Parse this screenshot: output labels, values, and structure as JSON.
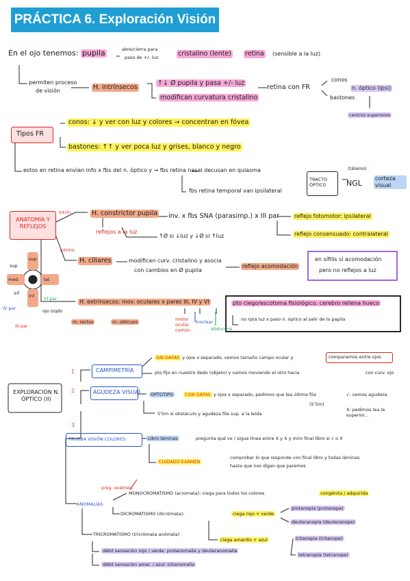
{
  "title": "PRÁCTICA 6. Exploración Visión",
  "s1": {
    "intro": "En el ojo tenemos:",
    "pupila": "pupila",
    "pupila_note1": "abre/cierra para",
    "pupila_note2": "paso de +/- luz",
    "cristalino": "cristalino (lente)",
    "retina": "retina",
    "retina_note": "(sensible a la luz)",
    "permiten1": "permiten proceso",
    "permiten2": "de visión",
    "hintr": "H. intrínsecos",
    "pupila_line": "↑↓ Ø pupila y pasa +/- luz",
    "modif_line": "modifican curvatura cristalino",
    "retina_fr": "retina con FR",
    "conos": "conos",
    "bastones": "bastones",
    "noptico_ipsi": "n. óptico (ipsi)",
    "centros": "centros superiores",
    "tipos_fr": "Tipos FR",
    "conos_line": "conos: ↓ y ver con luz y colores → concentran en fóvea",
    "bastones_line": "bastones: ↑↑ y ver poca luz y grises, blanco y negro",
    "estos": "estos en retina envían info x fbs del n. óptico y → fbs retina nasal decusan en quiasma",
    "temporal": "fbs retina temporal van ipsilateral",
    "tracto": "TRACTO ÓPTICO",
    "talamo": "(tálamo)",
    "ngl": "NGL",
    "corteza": "corteza visual"
  },
  "s2": {
    "anatomia": "ANATOMÍA Y REFLEJOS",
    "intrin": "intrín.",
    "intrins": "intrins.",
    "h_constrictor": "H. constrictor pupila",
    "inv": "inv. x fbs SNA (parasimp.) x III par",
    "fotomotor": "reflejo fotomotor: ipsilateral",
    "consensuado": "reflejo consensuado: contralateral",
    "reflejos_luz": "reflejos a la luz",
    "ve_si": "↑Ø si ↓luz y ↓Ø si ↑luz",
    "h_ciliares": "H. ciliares",
    "modif_curv": "modifican curv. cristalino y asocia",
    "cambios": "con cambios en Ø pupila",
    "acomod": "reflejo acomodación",
    "sifilis1": "en sífilis sí acomodación",
    "sifilis2": "pero no reflejos a luz",
    "h_extr": "H. extrínsecos: mov. oculares x pares III, IV y VI",
    "motor": "motor ocular común",
    "troclear": "troclear",
    "abducens": "abducens",
    "m_rectos": "m. rectos",
    "m_oblicuos": "m. oblicuos",
    "punto_ciego": "pto ciego/escotoma fisiológico: cerebro rellena hueco",
    "no_rpta": "no rpta luz x paso n. óptico al salir de la papila",
    "diagram": {
      "sup": "sup",
      "inf": "inf",
      "med": "med",
      "lat": "lat",
      "sup2": "sup",
      "inf2": "inf",
      "vi_par": "VI par",
      "iv_par": "IV par",
      "iii_par": "III par",
      "ojo": "ojo izqdo"
    }
  },
  "s3": {
    "expl": "EXPLORACIÓN N. ÓPTICO (II)",
    "n1": "1",
    "n2": "2",
    "n3": "3",
    "campimetria": "CAMPIMETRÍA",
    "sin_gafas": "SIN GAFAS",
    "sin_gafas_rest": "y ojos x separado, vemos tamaño campo ocular y",
    "comparamos": "comparamos entre ojos",
    "pto_fijo": "pto fijo en nuestro dedo (objeto) y vamos moviendo el otro hacia",
    "con_curv": "con curv. ojo",
    "agudeza": "AGUDEZA VISUAL",
    "optotipo": "OPTOTIPO",
    "con_gafas": "CON GAFAS",
    "optotipo_rest": "y ojos x separado, pedimos que lea última fila",
    "dist": "(5'5m)",
    "vemos": "√: vemos agudeza",
    "x_pedimos": "X: pedimos lea la superior...",
    "55m": "5'5m si obstáculo y agudeza fila sup. a la leída",
    "prueba": "PRUEBA VISIÓN COLORES",
    "libro": "Libro láminas",
    "pregunta": "pregunta qué ve / sigue línea entre X y X y miro final libro si √ o X",
    "cuidado": "CUIDADO EXÁMEN",
    "comprobar1": "comprobar lo que responde con final libro y todas láminas",
    "comprobar2": "hasta que nos digan que paremos",
    "preg_examen": "preg. exámen",
    "anomalias": "ANOMALÍAS",
    "mono": "MONOCROMATISMO (acromata): ciega para todos los colores",
    "congenita": "congénita / adquirida",
    "dicro": "DICROMATISMO (dicrómata):",
    "ciega_rojo": "ciega rojo + verde",
    "protanopia": "protanopía (protanope)",
    "deuteranopia": "deuteranopía (deuteranope)",
    "ciega_amar": "ciega amarillo + azul",
    "tritanopia": "tritanopía (tritanope)",
    "tetranopia": "tetranopía (tetranope)",
    "tricro": "TRICROMATISMO (tricrómata anómala)",
    "debil_rv": "débil sensación rojo / verde: protanomalía y deuteranomalía",
    "debil_aa": "débil sensación amar. / azul: tritanomalía"
  },
  "colors": {
    "pink": "#f7a8d8",
    "yellow": "#fff35a",
    "blue": "#bcd4f5",
    "lavender": "#d6c8f5",
    "salmon": "#f2a98a",
    "title_bg": "#1f9ed4",
    "red": "#d9261c"
  }
}
